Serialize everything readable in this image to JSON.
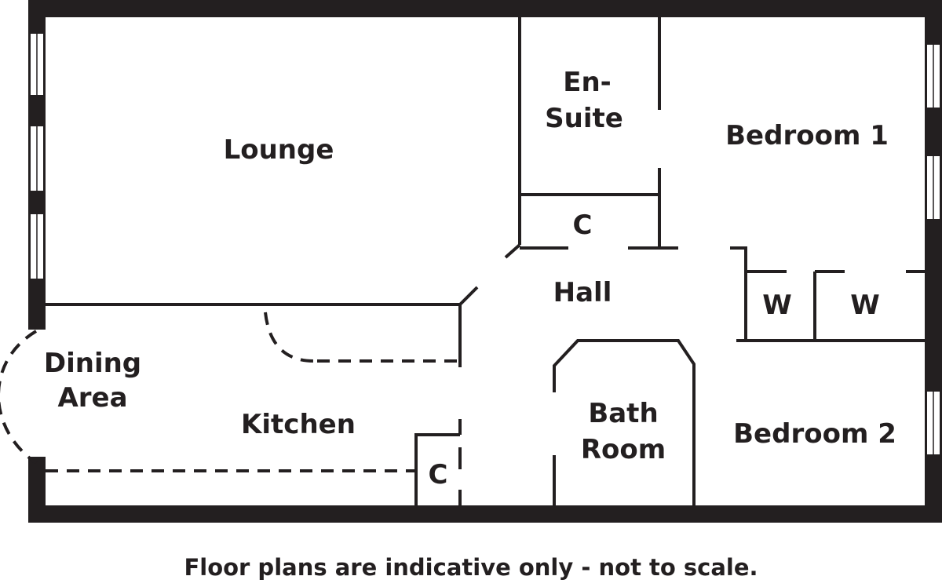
{
  "rooms": {
    "lounge": "Lounge",
    "ensuite_line1": "En-",
    "ensuite_line2": "Suite",
    "bedroom1": "Bedroom 1",
    "cupboard_hall": "C",
    "hall": "Hall",
    "wardrobe_1": "W",
    "wardrobe_2": "W",
    "dining_line1": "Dining",
    "dining_line2": "Area",
    "kitchen": "Kitchen",
    "bath_line1": "Bath",
    "bath_line2": "Room",
    "bedroom2": "Bedroom 2",
    "cupboard_kitchen": "C"
  },
  "caption": "Floor plans are indicative only - not to scale.",
  "colors": {
    "wall": "#231f20",
    "background": "#ffffff"
  }
}
